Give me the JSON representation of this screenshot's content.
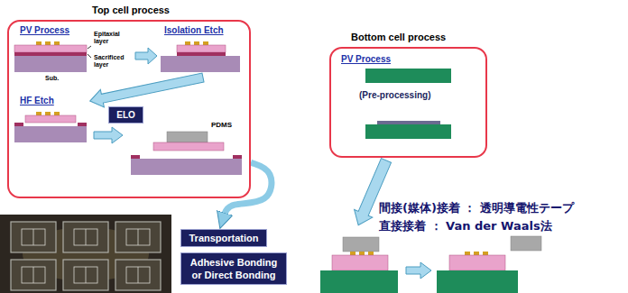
{
  "diagram": {
    "nodes": [
      {
        "text": [
          "Top cell process"
        ]
      },
      {
        "text": [
          "Bottom cell process"
        ]
      },
      {
        "text": [
          "ELO"
        ],
        "in": 0
      },
      {
        "text": [
          "Transportation"
        ]
      },
      {
        "text": [
          "Adhesive Bonding or Direct Bonding"
        ]
      }
    ],
    "edges": [
      {
        "from": 0,
        "to": 3,
        "arrow": "to"
      }
    ],
    "labels": [
      "PV Process",
      "Epitaxial layer",
      "Sacrificed layer",
      "Sub.",
      "Isolation Etch",
      "HF Etch",
      "PDMS",
      "PV Process",
      "(Pre-processing)",
      "間接(媒体)接着 ： 透明導電性テープ",
      "直接接着 ： Van der Waals法"
    ]
  }
}
